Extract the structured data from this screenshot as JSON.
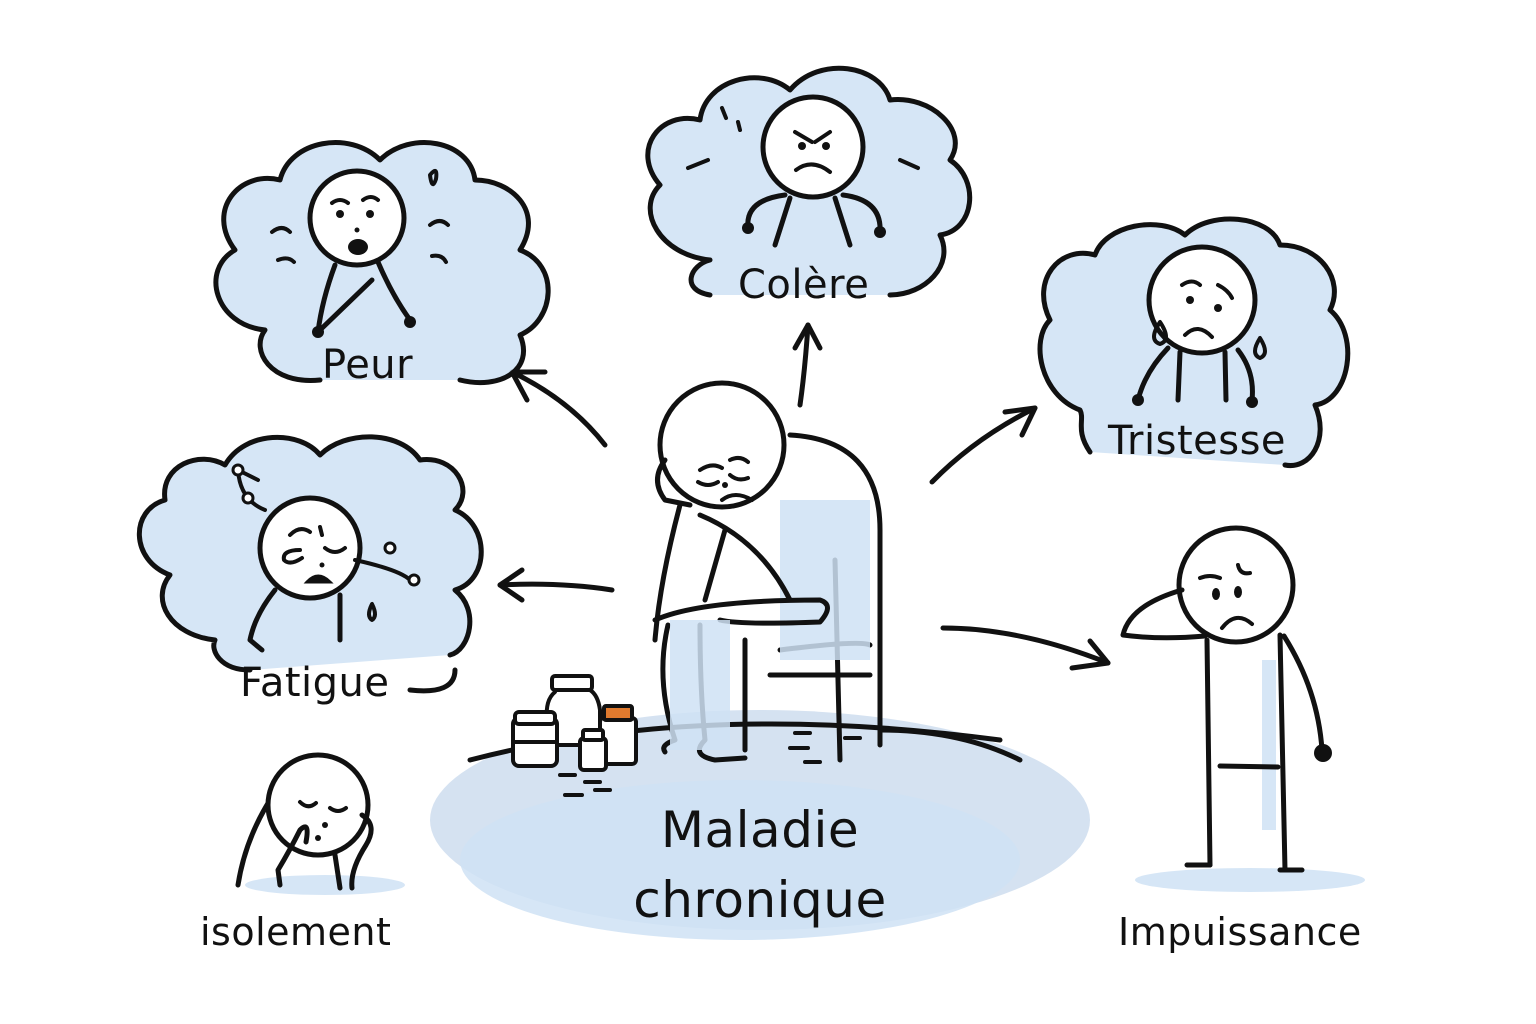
{
  "diagram": {
    "center": {
      "label_line1": "Maladie",
      "label_line2": "chronique",
      "figure": "seated-sad-person-with-medications"
    },
    "nodes": [
      {
        "id": "peur",
        "label": "Peur",
        "style": "cloud",
        "emotion": "fear"
      },
      {
        "id": "colere",
        "label": "Colère",
        "style": "cloud",
        "emotion": "anger"
      },
      {
        "id": "tristesse",
        "label": "Tristesse",
        "style": "cloud",
        "emotion": "sadness"
      },
      {
        "id": "fatigue",
        "label": "Fatigue",
        "style": "cloud",
        "emotion": "exhaustion"
      },
      {
        "id": "isolement",
        "label": "isolement",
        "style": "figure",
        "emotion": "loneliness"
      },
      {
        "id": "impuissance",
        "label": "Impuissance",
        "style": "figure",
        "emotion": "helplessness"
      }
    ],
    "edges": [
      {
        "from": "center",
        "to": "peur"
      },
      {
        "from": "center",
        "to": "colere"
      },
      {
        "from": "center",
        "to": "tristesse"
      },
      {
        "from": "center",
        "to": "fatigue"
      },
      {
        "from": "center",
        "to": "impuissance"
      }
    ],
    "colors": {
      "ink": "#111111",
      "cloud_fill": "#cfe2f5",
      "ground_wash": "#b9cfe8",
      "bottle_cap_accent": "#e07a2e",
      "background": "#ffffff"
    }
  }
}
